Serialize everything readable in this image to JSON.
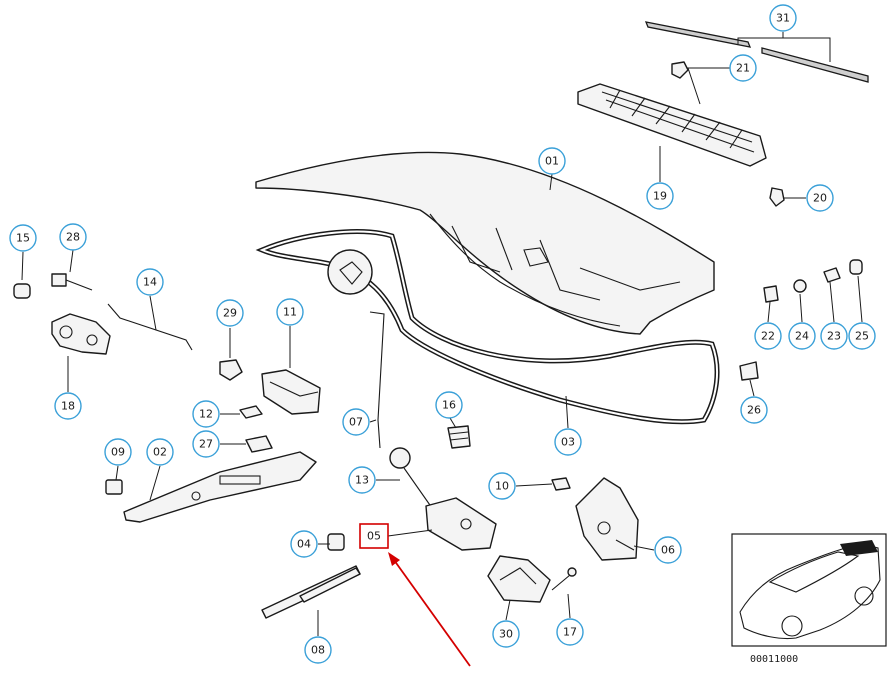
{
  "diagram": {
    "callouts": [
      {
        "id": "31",
        "label": "31"
      },
      {
        "id": "21",
        "label": "21"
      },
      {
        "id": "19",
        "label": "19"
      },
      {
        "id": "20",
        "label": "20"
      },
      {
        "id": "01",
        "label": "01"
      },
      {
        "id": "15",
        "label": "15"
      },
      {
        "id": "28",
        "label": "28"
      },
      {
        "id": "14",
        "label": "14"
      },
      {
        "id": "18",
        "label": "18"
      },
      {
        "id": "29",
        "label": "29"
      },
      {
        "id": "11",
        "label": "11"
      },
      {
        "id": "12",
        "label": "12"
      },
      {
        "id": "27",
        "label": "27"
      },
      {
        "id": "09",
        "label": "09"
      },
      {
        "id": "02",
        "label": "02"
      },
      {
        "id": "07",
        "label": "07"
      },
      {
        "id": "16",
        "label": "16"
      },
      {
        "id": "03",
        "label": "03"
      },
      {
        "id": "13",
        "label": "13"
      },
      {
        "id": "10",
        "label": "10"
      },
      {
        "id": "22",
        "label": "22"
      },
      {
        "id": "24",
        "label": "24"
      },
      {
        "id": "23",
        "label": "23"
      },
      {
        "id": "25",
        "label": "25"
      },
      {
        "id": "26",
        "label": "26"
      },
      {
        "id": "04",
        "label": "04"
      },
      {
        "id": "05",
        "label": "05"
      },
      {
        "id": "06",
        "label": "06"
      },
      {
        "id": "30",
        "label": "30"
      },
      {
        "id": "17",
        "label": "17"
      },
      {
        "id": "08",
        "label": "08"
      }
    ],
    "highlight_part": "05",
    "inset_code": "00011000",
    "colors": {
      "callout_border": "#3aa0d8",
      "highlight": "#d40000",
      "ink": "#1a1a1a"
    }
  }
}
